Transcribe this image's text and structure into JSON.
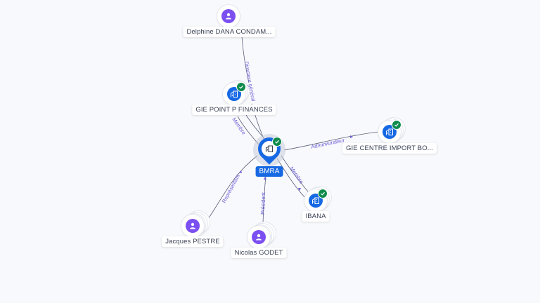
{
  "center": {
    "label": "BMRA",
    "type": "company",
    "icon": "building-icon",
    "verified": true
  },
  "nodes": [
    {
      "id": "delphine",
      "label": "Delphine DANA CONDAM...",
      "type": "person",
      "icon": "person-icon",
      "verified": false
    },
    {
      "id": "gie_point_p",
      "label": "GIE POINT P FINANCES",
      "type": "company",
      "icon": "building-icon",
      "verified": true
    },
    {
      "id": "gie_centre",
      "label": "GIE CENTRE IMPORT BO...",
      "type": "company",
      "icon": "building-icon",
      "verified": true
    },
    {
      "id": "ibana",
      "label": "IBANA",
      "type": "company",
      "icon": "building-icon",
      "verified": true
    },
    {
      "id": "jacques",
      "label": "Jacques PESTRE",
      "type": "person",
      "icon": "person-icon",
      "verified": false
    },
    {
      "id": "nicolas",
      "label": "Nicolas GODET",
      "type": "person",
      "icon": "person-icon",
      "verified": false
    }
  ],
  "edges": [
    {
      "from": "delphine",
      "to": "center",
      "label": "Directeur général"
    },
    {
      "from": "gie_point_p",
      "to": "center",
      "label": "Membre"
    },
    {
      "from": "center",
      "to": "gie_centre",
      "label": "Administrateur"
    },
    {
      "from": "center",
      "to": "ibana",
      "label": "Membre"
    },
    {
      "from": "jacques",
      "to": "center",
      "label": "Représentant"
    },
    {
      "from": "nicolas",
      "to": "center",
      "label": "Président"
    }
  ],
  "colors": {
    "person": "#7b4ff0",
    "company": "#1668e3",
    "verified": "#0f8b4c",
    "edge_label": "#6b5fd6",
    "edge_line": "#5a607a"
  }
}
